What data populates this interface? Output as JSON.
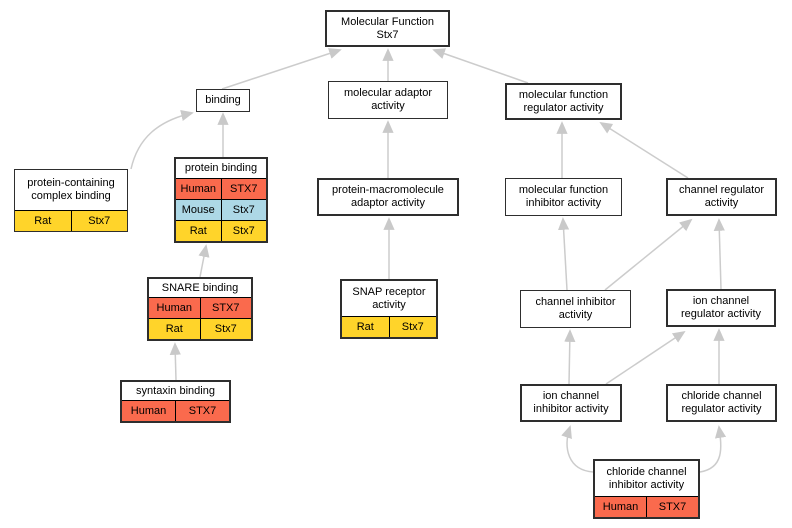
{
  "colors": {
    "human": "#fa6a4d",
    "mouse": "#add8e6",
    "rat": "#ffd42a",
    "edge": "#cccccc",
    "arrowhead": "#c9c9c9"
  },
  "nodes": {
    "root": {
      "lines": [
        "Molecular Function",
        "Stx7"
      ]
    },
    "binding": {
      "lines": [
        "binding"
      ]
    },
    "molecular_adaptor": {
      "lines": [
        "molecular adaptor",
        "activity"
      ]
    },
    "mf_regulator": {
      "lines": [
        "molecular function",
        "regulator activity"
      ]
    },
    "pcc_binding": {
      "lines": [
        "protein-containing",
        "complex binding"
      ],
      "rows": [
        {
          "species": "Rat",
          "gene": "Stx7"
        }
      ]
    },
    "protein_binding": {
      "lines": [
        "protein binding"
      ],
      "rows": [
        {
          "species": "Human",
          "gene": "STX7"
        },
        {
          "species": "Mouse",
          "gene": "Stx7"
        },
        {
          "species": "Rat",
          "gene": "Stx7"
        }
      ]
    },
    "pm_adaptor": {
      "lines": [
        "protein-macromolecule",
        "adaptor activity"
      ]
    },
    "mf_inhibitor": {
      "lines": [
        "molecular function",
        "inhibitor activity"
      ]
    },
    "channel_regulator": {
      "lines": [
        "channel regulator",
        "activity"
      ]
    },
    "snare_binding": {
      "lines": [
        "SNARE binding"
      ],
      "rows": [
        {
          "species": "Human",
          "gene": "STX7"
        },
        {
          "species": "Rat",
          "gene": "Stx7"
        }
      ]
    },
    "snap_receptor": {
      "lines": [
        "SNAP receptor",
        "activity"
      ],
      "rows": [
        {
          "species": "Rat",
          "gene": "Stx7"
        }
      ]
    },
    "channel_inhibitor": {
      "lines": [
        "channel inhibitor",
        "activity"
      ]
    },
    "ion_channel_regulator": {
      "lines": [
        "ion channel",
        "regulator activity"
      ]
    },
    "syntaxin_binding": {
      "lines": [
        "syntaxin binding"
      ],
      "rows": [
        {
          "species": "Human",
          "gene": "STX7"
        }
      ]
    },
    "ion_channel_inhibitor": {
      "lines": [
        "ion channel",
        "inhibitor activity"
      ]
    },
    "chloride_channel_regulator": {
      "lines": [
        "chloride channel",
        "regulator activity"
      ]
    },
    "chloride_channel_inhibitor": {
      "lines": [
        "chloride channel",
        "inhibitor activity"
      ],
      "rows": [
        {
          "species": "Human",
          "gene": "STX7"
        }
      ]
    }
  }
}
